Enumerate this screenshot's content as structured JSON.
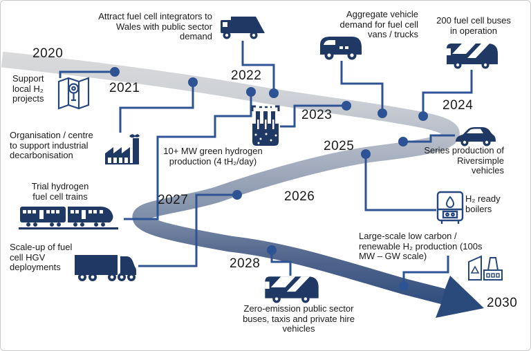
{
  "colors": {
    "icon_navy": "#1f3864",
    "connector_blue": "#2e5394",
    "ribbon_start_gray": "#dbdbdb",
    "ribbon_mid_slate": "#8d9ab1",
    "ribbon_end_navy": "#2b4a7c",
    "text_black": "#1a1a1a",
    "border_gray": "#c9c9c9"
  },
  "years": [
    {
      "label": "2020"
    },
    {
      "label": "2021"
    },
    {
      "label": "2022"
    },
    {
      "label": "2023"
    },
    {
      "label": "2024"
    },
    {
      "label": "2025"
    },
    {
      "label": "2026"
    },
    {
      "label": "2027"
    },
    {
      "label": "2028"
    },
    {
      "label": "2030"
    }
  ],
  "milestones": [
    {
      "id": "support-local-h2-projects",
      "label": "Support\nlocal H₂\nprojects",
      "icon": "map-icon"
    },
    {
      "id": "attract-fuel-cell-integrators",
      "label": "Attract fuel cell integrators to\nWales with public sector\ndemand",
      "icon": "refuse-truck-icon"
    },
    {
      "id": "organisation-centre-decarbonisation",
      "label": "Organisation / centre\nto support industrial\ndecarbonisation",
      "icon": "factory-icon"
    },
    {
      "id": "green-hydrogen-production",
      "label": "10+ MW green hydrogen\nproduction (4 tH₂/day)",
      "icon": "electrolyser-icon"
    },
    {
      "id": "aggregate-vehicle-demand",
      "label": "Aggregate vehicle\ndemand for fuel cell\nvans / trucks",
      "icon": "van-icon"
    },
    {
      "id": "fuel-cell-buses-in-operation",
      "label": "200 fuel cell buses\nin operation",
      "icon": "coach-bus-icon"
    },
    {
      "id": "riversimple-series-production",
      "label": "Series production of\nRiversimple\nvehicles",
      "icon": "car-icon"
    },
    {
      "id": "h2-ready-boilers",
      "label": "H₂ ready\nboilers",
      "icon": "boiler-icon"
    },
    {
      "id": "trial-hydrogen-trains",
      "label": "Trial hydrogen\nfuel cell trains",
      "icon": "train-icon"
    },
    {
      "id": "hgv-scale-up",
      "label": "Scale-up of fuel\ncell HGV\ndeployments",
      "icon": "hgv-truck-icon"
    },
    {
      "id": "zero-emission-public-vehicles",
      "label": "Zero-emission public sector\nbuses, taxis and private hire\nvehicles",
      "icon": "city-bus-icon"
    },
    {
      "id": "large-scale-h2-production",
      "label": "Large-scale low carbon /\nrenewable H₂ production (100s\nMW – GW scale)",
      "icon": "industry-icon"
    }
  ]
}
